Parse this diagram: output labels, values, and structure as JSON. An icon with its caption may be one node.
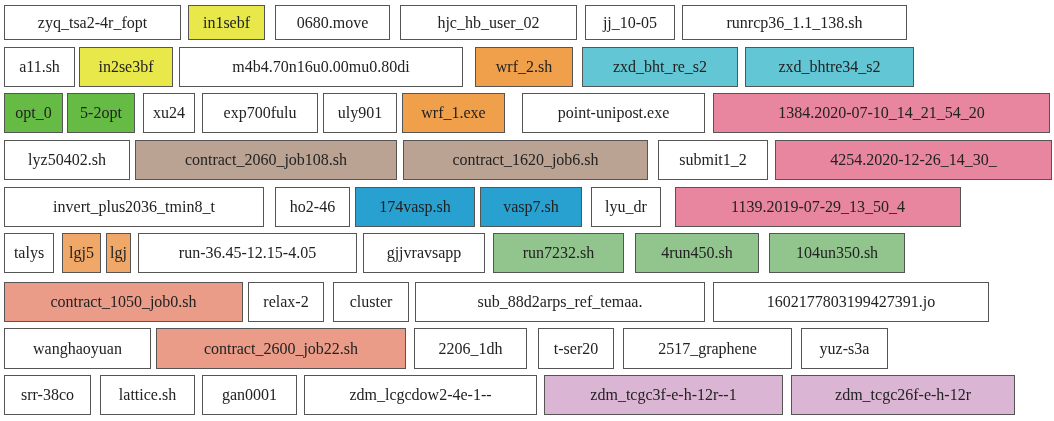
{
  "diagram": {
    "nodes": [
      {
        "text": [
          "zyq_tsa2-4r_fopt"
        ]
      },
      {
        "text": [
          "in1sebf"
        ]
      },
      {
        "text": [
          "0680.move"
        ]
      },
      {
        "text": [
          "hjc_hb_user_02"
        ]
      },
      {
        "text": [
          "jj_10-05"
        ]
      },
      {
        "text": [
          "runrcp36_1.1_138.sh"
        ]
      },
      {
        "text": [
          "a11.sh"
        ]
      },
      {
        "text": [
          "in2se3bf"
        ]
      },
      {
        "text": [
          "m4b4.70n16u0.00mu0.80di"
        ]
      },
      {
        "text": [
          "wrf_2.sh"
        ]
      },
      {
        "text": [
          "zxd_bht_re_s2"
        ]
      },
      {
        "text": [
          "zxd_bhtre34_s2"
        ]
      },
      {
        "text": [
          "opt_0"
        ]
      },
      {
        "text": [
          "5-2opt"
        ]
      },
      {
        "text": [
          "xu24"
        ]
      },
      {
        "text": [
          "exp700fulu"
        ]
      },
      {
        "text": [
          "uly901"
        ]
      },
      {
        "text": [
          "wrf_1.exe"
        ]
      },
      {
        "text": [
          "point-unipost.exe"
        ]
      },
      {
        "text": [
          "1384.2020-07-10_14_21_54_20"
        ]
      },
      {
        "text": [
          "lyz50402.sh"
        ]
      },
      {
        "text": [
          "contract_2060_job108.sh"
        ]
      },
      {
        "text": [
          "contract_1620_job6.sh"
        ]
      },
      {
        "text": [
          "submit1_2"
        ]
      },
      {
        "text": [
          "4254.2020-12-26_14_30_"
        ]
      },
      {
        "text": [
          "invert_plus2036_tmin8_t"
        ]
      },
      {
        "text": [
          "ho2-46"
        ]
      },
      {
        "text": [
          "174vasp.sh"
        ]
      },
      {
        "text": [
          "vasp7.sh"
        ]
      },
      {
        "text": [
          "lyu_dr"
        ]
      },
      {
        "text": [
          "1139.2019-07-29_13_50_4"
        ]
      },
      {
        "text": [
          "talys"
        ]
      },
      {
        "text": [
          "lgj5"
        ]
      },
      {
        "text": [
          "lgj"
        ]
      },
      {
        "text": [
          "run-36.45-12.15-4.05"
        ]
      },
      {
        "text": [
          "gjjvravsapp"
        ]
      },
      {
        "text": [
          "run7232.sh"
        ]
      },
      {
        "text": [
          "4run450.sh"
        ]
      },
      {
        "text": [
          "104un350.sh"
        ]
      },
      {
        "text": [
          "contract_1050_job0.sh"
        ]
      },
      {
        "text": [
          "relax-2"
        ]
      },
      {
        "text": [
          "cluster"
        ]
      },
      {
        "text": [
          "sub_88d2arps_ref_temaa."
        ]
      },
      {
        "text": [
          "1602177803199427391.jo"
        ]
      },
      {
        "text": [
          "wanghaoyuan"
        ]
      },
      {
        "text": [
          "contract_2600_job22.sh"
        ]
      },
      {
        "text": [
          "2206_1dh"
        ]
      },
      {
        "text": [
          "t-ser20"
        ]
      },
      {
        "text": [
          "2517_graphene"
        ]
      },
      {
        "text": [
          "yuz-s3a"
        ]
      },
      {
        "text": [
          "srr-38co"
        ]
      },
      {
        "text": [
          "lattice.sh"
        ]
      },
      {
        "text": [
          "gan0001"
        ]
      },
      {
        "text": [
          "zdm_lcgcdow2-4e-1--"
        ]
      },
      {
        "text": [
          "zdm_tcgc3f-e-h-12r--1"
        ]
      },
      {
        "text": [
          "zdm_tcgc26f-e-h-12r"
        ]
      }
    ]
  }
}
